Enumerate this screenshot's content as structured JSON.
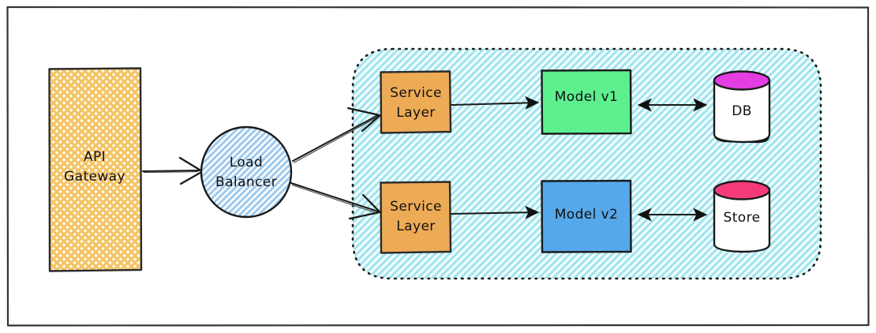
{
  "diagram": {
    "title": "API serving architecture",
    "style": "hand-drawn-sketch",
    "frame": {
      "name": "outer-frame",
      "stroke": "#333333"
    },
    "group_container": {
      "label": "",
      "border_style": "dotted",
      "border_color": "#1a1a1a",
      "fill": "#b8ecf2",
      "hatch": true
    },
    "nodes": [
      {
        "id": "api-gateway",
        "label": "API\nGateway",
        "line1": "API",
        "line2": "Gateway",
        "shape": "rectangle",
        "fill": "#f5c463",
        "pattern": "cross-hatch",
        "stroke": "#2b2b2b"
      },
      {
        "id": "load-balancer",
        "label": "Load\nBalancer",
        "line1": "Load",
        "line2": "Balancer",
        "shape": "circle",
        "fill": "#cfe3f7",
        "pattern": "diagonal-hatch",
        "stroke": "#1a1a1a"
      },
      {
        "id": "service-layer-1",
        "label": "Service\nLayer",
        "line1": "Service",
        "line2": "Layer",
        "shape": "rectangle",
        "fill": "#edab56",
        "pattern": "solid",
        "stroke": "#2b2b2b"
      },
      {
        "id": "service-layer-2",
        "label": "Service\nLayer",
        "line1": "Service",
        "line2": "Layer",
        "shape": "rectangle",
        "fill": "#edab56",
        "pattern": "solid",
        "stroke": "#2b2b2b"
      },
      {
        "id": "model-v1",
        "label": "Model v1",
        "line1": "Model v1",
        "line2": "",
        "shape": "rectangle",
        "fill": "#5cf08f",
        "pattern": "solid",
        "stroke": "#1a1a1a"
      },
      {
        "id": "model-v2",
        "label": "Model v2",
        "line1": "Model v2",
        "line2": "",
        "shape": "rectangle",
        "fill": "#55a8ea",
        "pattern": "solid",
        "stroke": "#1a1a1a"
      },
      {
        "id": "db",
        "label": "DB",
        "line1": "DB",
        "line2": "",
        "shape": "cylinder",
        "fill": "#ffffff",
        "cap_fill": "#e23ee2",
        "stroke": "#1a1a1a"
      },
      {
        "id": "store",
        "label": "Store",
        "line1": "Store",
        "line2": "",
        "shape": "cylinder",
        "fill": "#ffffff",
        "cap_fill": "#f53a7a",
        "stroke": "#1a1a1a"
      }
    ],
    "edges": [
      {
        "id": "gateway-to-lb",
        "from": "api-gateway",
        "to": "load-balancer",
        "label": "",
        "arrow": "open-single"
      },
      {
        "id": "lb-to-service-1",
        "from": "load-balancer",
        "to": "service-layer-1",
        "label": "",
        "arrow": "open-single"
      },
      {
        "id": "lb-to-service-2",
        "from": "load-balancer",
        "to": "service-layer-2",
        "label": "",
        "arrow": "open-single"
      },
      {
        "id": "service1-to-model-v1",
        "from": "service-layer-1",
        "to": "model-v1",
        "label": "",
        "arrow": "filled-single"
      },
      {
        "id": "service2-to-model-v2",
        "from": "service-layer-2",
        "to": "model-v2",
        "label": "",
        "arrow": "filled-single"
      },
      {
        "id": "model-v1-to-db",
        "from": "model-v1",
        "to": "db",
        "label": "",
        "arrow": "filled-double"
      },
      {
        "id": "model-v2-to-store",
        "from": "model-v2",
        "to": "store",
        "label": "",
        "arrow": "filled-double"
      }
    ]
  }
}
